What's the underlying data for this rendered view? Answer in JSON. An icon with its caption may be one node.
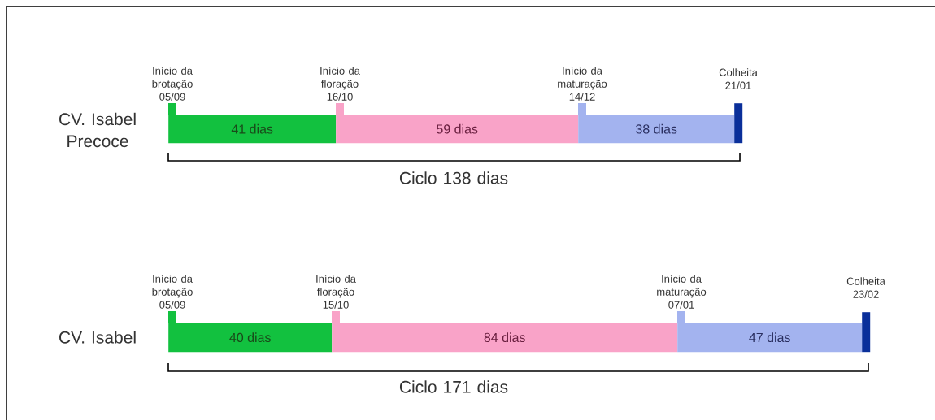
{
  "diagram": {
    "nodes": [
      {
        "text": [
          "41 dias"
        ],
        "beside": [
          "Início da brotação 05/09"
        ]
      },
      {
        "text": [
          "59 dias"
        ],
        "beside": [
          "Início da floração 16/10"
        ]
      },
      {
        "text": [
          "38 dias"
        ],
        "beside": [
          "Início da maturação 14/12"
        ]
      },
      {
        "text": [],
        "shape": "bar",
        "beside": [
          "Colheita 21/01"
        ]
      },
      {
        "text": [
          "40 dias"
        ],
        "beside": [
          "Início da brotação 05/09"
        ]
      },
      {
        "text": [
          "84 dias"
        ],
        "beside": [
          "Início da floração 15/10"
        ]
      },
      {
        "text": [
          "47 dias"
        ],
        "beside": [
          "Início da maturação 07/01"
        ]
      },
      {
        "text": [],
        "shape": "bar",
        "beside": [
          "Colheita 23/02"
        ]
      }
    ],
    "labels": [
      "CV. Isabel Precoce",
      "Ciclo 138 dias",
      "CV. Isabel",
      "Ciclo 171 dias"
    ]
  }
}
